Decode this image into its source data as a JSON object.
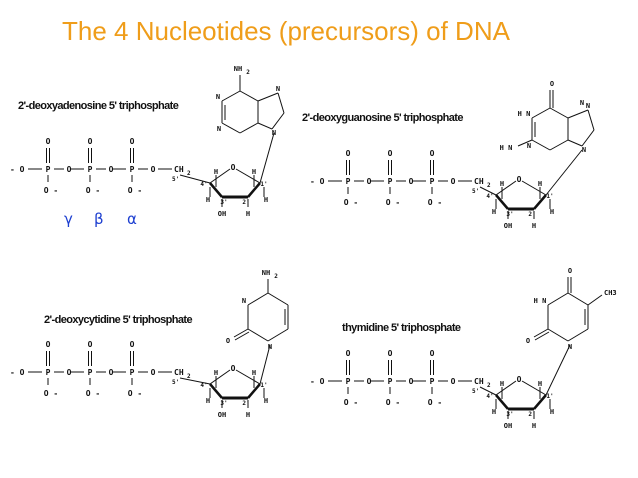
{
  "title": "The 4 Nucleotides (precursors) of DNA",
  "molecules": [
    {
      "name": "2'-deoxyadenosine 5' triphosphate",
      "base": "adenine"
    },
    {
      "name": "2'-deoxyguanosine 5' triphosphate",
      "base": "guanine"
    },
    {
      "name": "2'-deoxycytidine 5' triphosphate",
      "base": "cytosine"
    },
    {
      "name": "thymidine 5' triphosphate",
      "base": "thymine"
    }
  ],
  "phosphate_labels": [
    "γ",
    "β",
    "α"
  ],
  "atoms": {
    "O": "O",
    "O_minus": "O -",
    "P": "P",
    "CH2": "CH",
    "CH2_sub": "2",
    "C5": "5'",
    "C4": "4'",
    "C3": "3'",
    "C2": "2'",
    "C1": "1'",
    "H": "H",
    "OH": "OH",
    "N": "N",
    "NH2": "NH",
    "H2N": "H N",
    "HN": "H N",
    "CH3": "CH3",
    "minus_O": "- O"
  }
}
